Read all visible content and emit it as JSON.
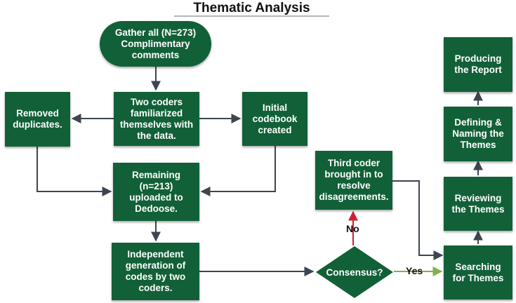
{
  "title": "Thematic Analysis",
  "colors": {
    "node_fill": "#126038",
    "arrow": "#3d4550",
    "yes_arrow": "#7fb24a",
    "no_arrow": "#d21f2f"
  },
  "nodes": {
    "gather": "Gather all (N=273)\nComplimentary\ncomments",
    "familiarized": "Two coders\nfamiliarized\nthemselves with\nthe data.",
    "removed": "Removed\nduplicates.",
    "codebook": "Initial\ncodebook\ncreated",
    "remaining": "Remaining\n(n=213)\nuploaded to\nDedoose.",
    "independent": "Independent\ngeneration of\ncodes by two\ncoders.",
    "consensus": "Consensus?",
    "third_coder": "Third coder\nbrought in to\nresolve\ndisagreements.",
    "searching": "Searching\nfor Themes",
    "reviewing": "Reviewing\nthe Themes",
    "defining": "Defining &\nNaming the\nThemes",
    "producing": "Producing\nthe Report"
  },
  "edge_labels": {
    "no": "No",
    "yes": "Yes"
  }
}
